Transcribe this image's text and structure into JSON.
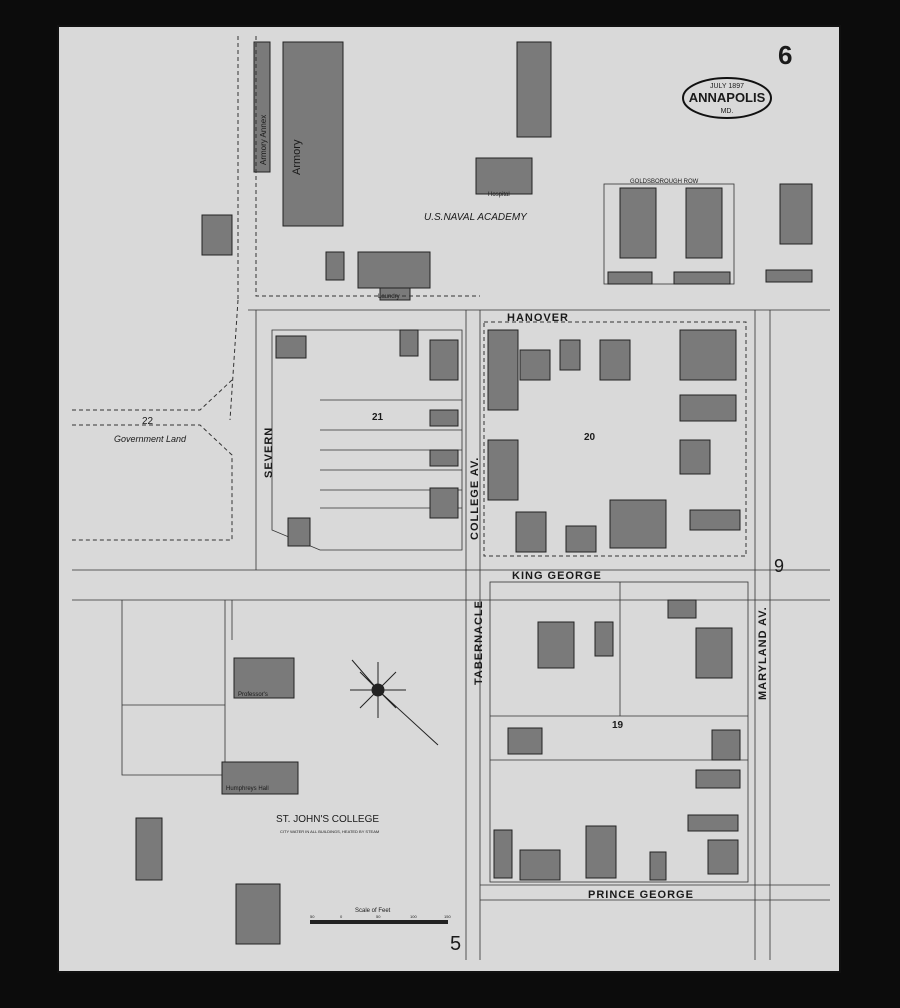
{
  "sheet": {
    "page_number": "6",
    "stamp": {
      "date": "JULY 1897",
      "city": "ANNAPOLIS",
      "state": "MD."
    },
    "bottom_sheet_ref": "5",
    "right_sheet_ref": "9"
  },
  "labels": {
    "naval_academy": "U.S.NAVAL ACADEMY",
    "armory": "Armory",
    "armory_annex": "Armory Annex",
    "hospital": "Hospital",
    "laundry": "Laundry",
    "goldsborough_row": "GOLDSBOROUGH ROW",
    "government_land": "Government Land",
    "st_johns_college": "ST. JOHN'S COLLEGE",
    "college_note": "CITY WATER IN ALL BUILDINGS, HEATED BY STEAM",
    "professors": "Professor's",
    "humphreys_hall": "Humphreys Hall",
    "scale": "Scale of Feet",
    "scale_ticks": [
      "50",
      "0",
      "50",
      "100",
      "150"
    ]
  },
  "streets": {
    "hanover": "HANOVER",
    "severn": "SEVERN",
    "college_av": "COLLEGE AV.",
    "king_george": "KING GEORGE",
    "tabernacle": "TABERNACLE",
    "maryland_av": "MARYLAND AV.",
    "prince_george": "PRINCE GEORGE"
  },
  "blocks": [
    "22",
    "21",
    "20",
    "19"
  ]
}
